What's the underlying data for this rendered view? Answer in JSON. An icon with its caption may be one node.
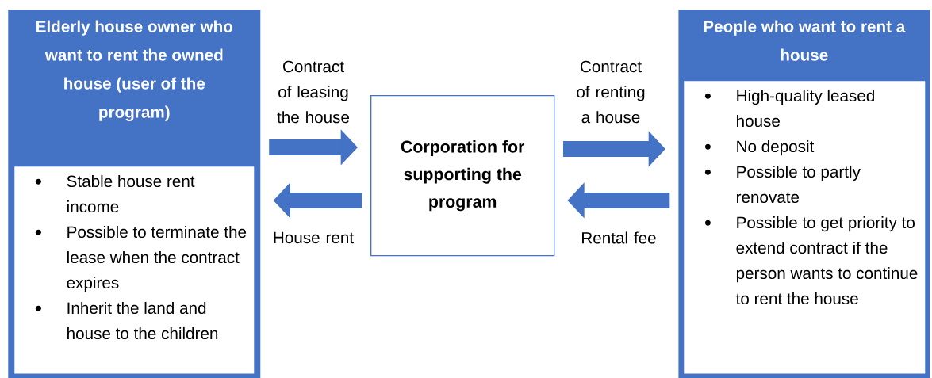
{
  "diagram": {
    "nodes": [
      {
        "text": [
          "Elderly house owner who want to rent the owned house (user of the program)"
        ]
      },
      {
        "text": [
          "Stable house rent income",
          "Possible to terminate the lease when the contract expires",
          "Inherit the land and house to the children"
        ],
        "in": 0
      },
      {
        "text": [
          "Corporation for supporting the program"
        ]
      },
      {
        "text": [
          "People who want to rent a house"
        ]
      },
      {
        "text": [
          "High-quality leased house",
          "No deposit",
          "Possible to partly renovate",
          "Possible to get priority to extend contract if the person wants to continue to rent the house"
        ],
        "in": 3
      }
    ],
    "edges": [
      {
        "from": 0,
        "to": 2,
        "arrow": "to",
        "label": "Contract of leasing the house"
      },
      {
        "from": 2,
        "to": 0,
        "arrow": "to",
        "label": "House rent"
      },
      {
        "from": 2,
        "to": 3,
        "arrow": "to",
        "label": "Contract of renting a house"
      },
      {
        "from": 3,
        "to": 2,
        "arrow": "to",
        "label": "Rental fee"
      }
    ]
  }
}
